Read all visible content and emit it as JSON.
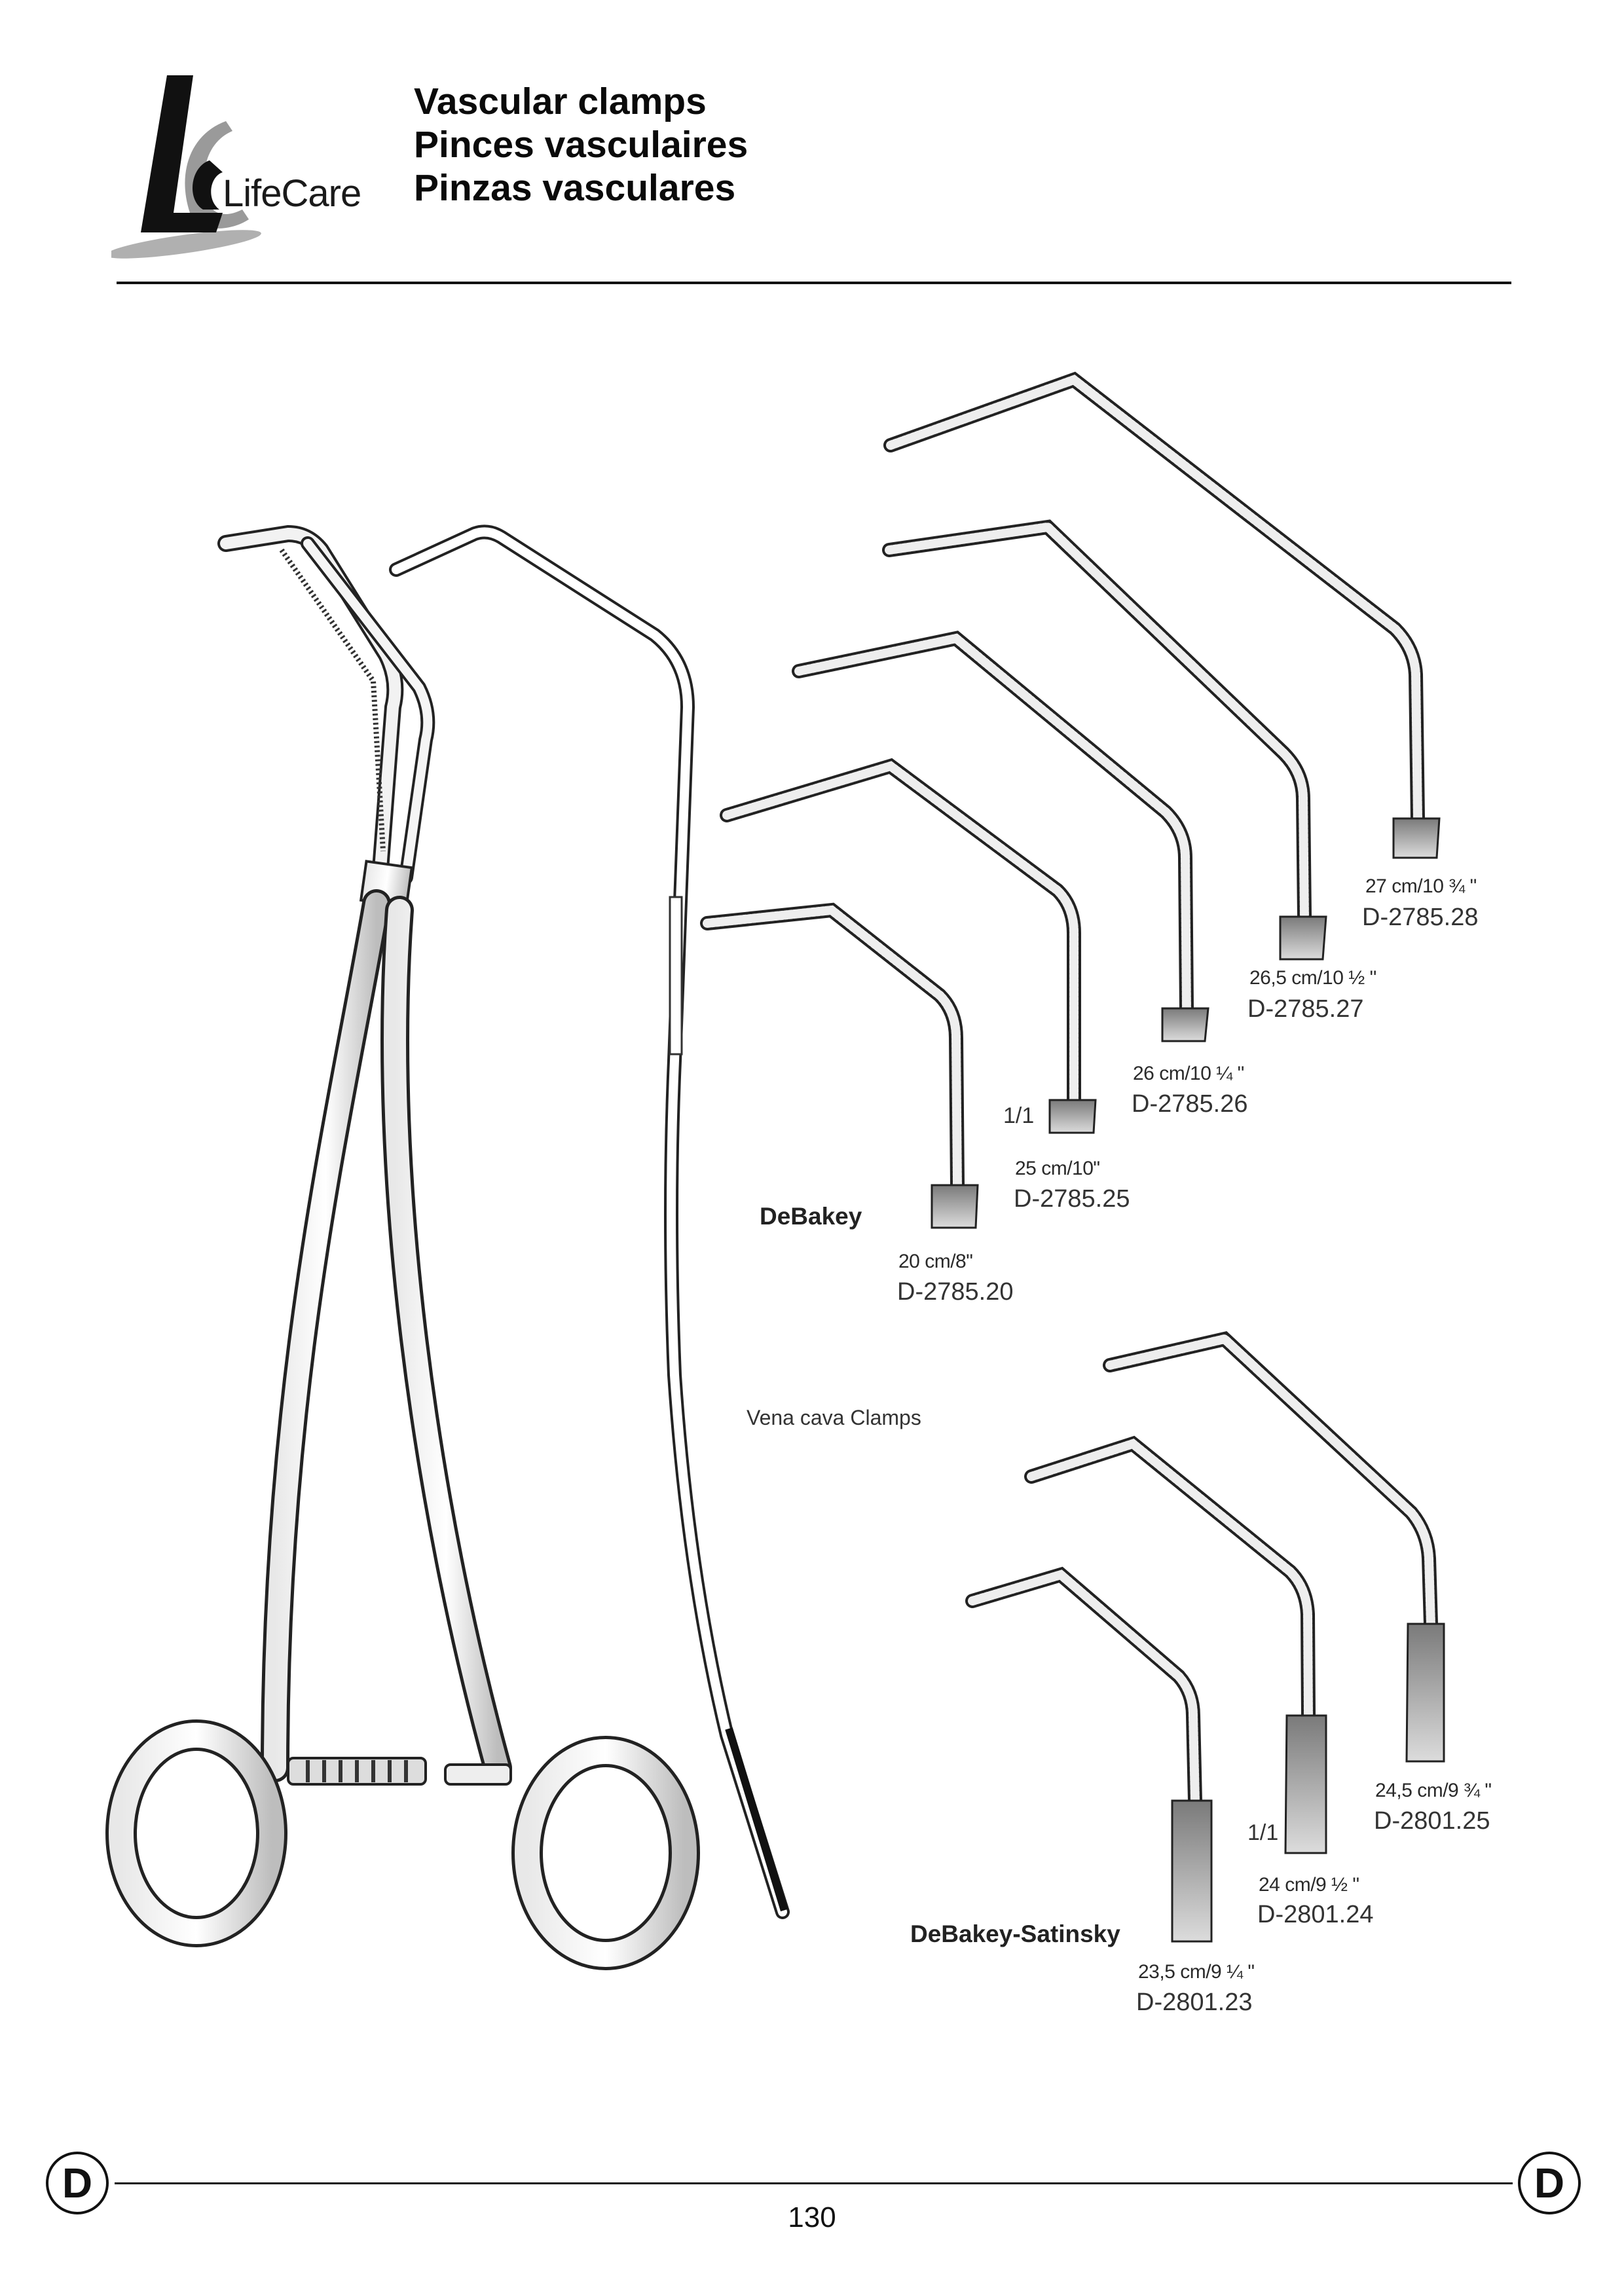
{
  "brand": {
    "logo_text": "LifeCare"
  },
  "header": {
    "title_en": "Vascular clamps",
    "title_fr": "Pinces vasculaires",
    "title_es": "Pinzas vasculares"
  },
  "groups": {
    "debakey": {
      "name": "DeBakey",
      "scale": "1/1",
      "items": [
        {
          "size": "27 cm/10 ¾ \"",
          "code": "D-2785.28"
        },
        {
          "size": "26,5 cm/10 ½ \"",
          "code": "D-2785.27"
        },
        {
          "size": "26 cm/10 ¼ \"",
          "code": "D-2785.26"
        },
        {
          "size": "25 cm/10\"",
          "code": "D-2785.25"
        },
        {
          "size": "20 cm/8\"",
          "code": "D-2785.20"
        }
      ]
    },
    "vena_cava": {
      "caption": "Vena cava Clamps"
    },
    "satinsky": {
      "name": "DeBakey-Satinsky",
      "scale": "1/1",
      "items": [
        {
          "size": "24,5 cm/9 ¾ \"",
          "code": "D-2801.25"
        },
        {
          "size": "24 cm/9 ½ \"",
          "code": "D-2801.24"
        },
        {
          "size": "23,5 cm/9 ¼ \"",
          "code": "D-2801.23"
        }
      ]
    }
  },
  "footer": {
    "section_letter": "D",
    "page_number": "130"
  }
}
